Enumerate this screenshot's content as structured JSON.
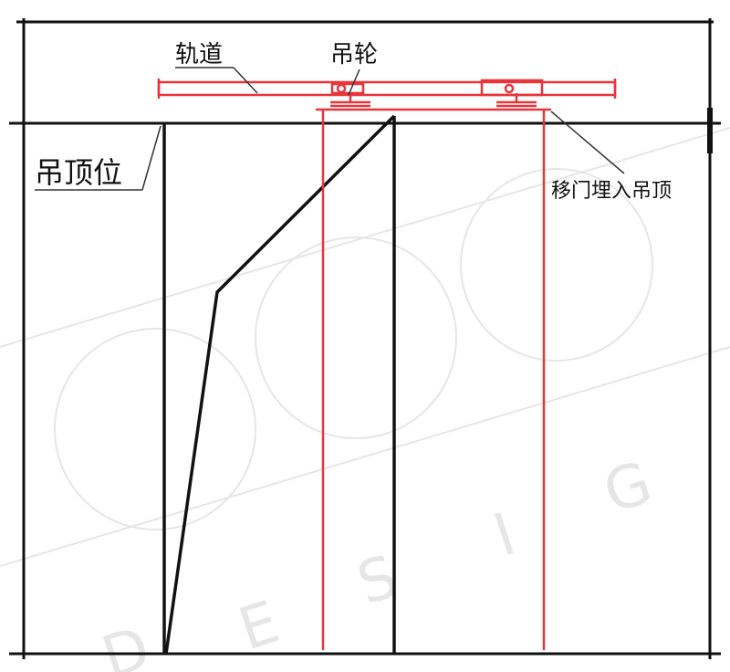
{
  "labels": {
    "track": "轨道",
    "hanging_wheel": "吊轮",
    "ceiling_level": "吊顶位",
    "door_embedded": "移门埋入吊顶"
  },
  "colors": {
    "line": "#111111",
    "accent": "#e8343a",
    "watermark": "#e6e6e6"
  },
  "watermark": {
    "letters": [
      "D",
      "E",
      "S",
      "I",
      "G"
    ]
  }
}
